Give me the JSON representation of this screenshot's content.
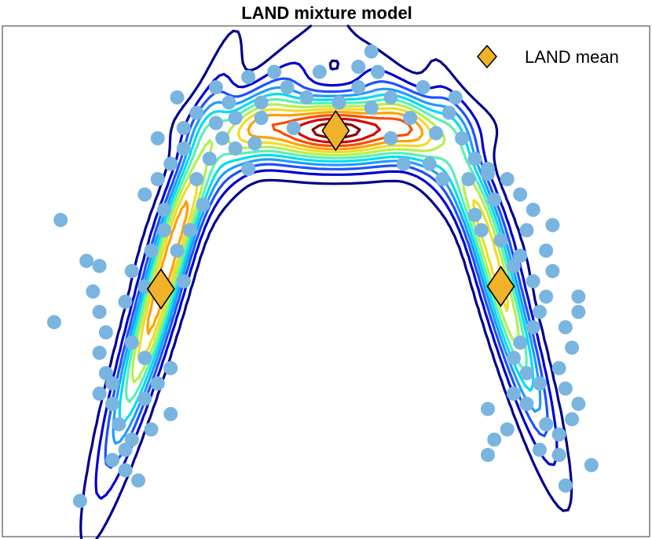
{
  "chart_data": {
    "type": "scatter",
    "title": "LAND mixture model",
    "xlabel": "",
    "ylabel": "",
    "xlim": [
      0,
      100
    ],
    "ylim": [
      0,
      100
    ],
    "axes_box": true,
    "grid": false,
    "legend": {
      "position": "top-right",
      "entries": [
        "LAND mean"
      ]
    },
    "series": [
      {
        "role": "samples",
        "color": "#7ab5e0",
        "points": [
          [
            9,
            62
          ],
          [
            8,
            42
          ],
          [
            12,
            7
          ],
          [
            21,
            11
          ],
          [
            13,
            54
          ],
          [
            15,
            53
          ],
          [
            14,
            48
          ],
          [
            15,
            44
          ],
          [
            16,
            40
          ],
          [
            15,
            36
          ],
          [
            16,
            32
          ],
          [
            17,
            30
          ],
          [
            15,
            28
          ],
          [
            17,
            26
          ],
          [
            18,
            22
          ],
          [
            20,
            19
          ],
          [
            19,
            17
          ],
          [
            17,
            15
          ],
          [
            19,
            13
          ],
          [
            23,
            21
          ],
          [
            26,
            24
          ],
          [
            22,
            27
          ],
          [
            24,
            30
          ],
          [
            26,
            33
          ],
          [
            22,
            35
          ],
          [
            20,
            38
          ],
          [
            19,
            46
          ],
          [
            22,
            49
          ],
          [
            20,
            52
          ],
          [
            23,
            56
          ],
          [
            25,
            60
          ],
          [
            25,
            64
          ],
          [
            22,
            67
          ],
          [
            24,
            70
          ],
          [
            26,
            73
          ],
          [
            28,
            76
          ],
          [
            28,
            80
          ],
          [
            30,
            83
          ],
          [
            27,
            86
          ],
          [
            24,
            78
          ],
          [
            30,
            70
          ],
          [
            31,
            65
          ],
          [
            29,
            60
          ],
          [
            27,
            56
          ],
          [
            28,
            50
          ],
          [
            32,
            74
          ],
          [
            34,
            78
          ],
          [
            33,
            81
          ],
          [
            36,
            82
          ],
          [
            35,
            85
          ],
          [
            33,
            88
          ],
          [
            38,
            90
          ],
          [
            36,
            76
          ],
          [
            40,
            85
          ],
          [
            38,
            72
          ],
          [
            42,
            91
          ],
          [
            44,
            88
          ],
          [
            47,
            86
          ],
          [
            49,
            91
          ],
          [
            52,
            85
          ],
          [
            55,
            88
          ],
          [
            58,
            91
          ],
          [
            57,
            84
          ],
          [
            60,
            86
          ],
          [
            63,
            82
          ],
          [
            65,
            88
          ],
          [
            67,
            79
          ],
          [
            69,
            83
          ],
          [
            70,
            86
          ],
          [
            71,
            78
          ],
          [
            73,
            74
          ],
          [
            72,
            70
          ],
          [
            75,
            72
          ],
          [
            76,
            66
          ],
          [
            73,
            63
          ],
          [
            74,
            60
          ],
          [
            77,
            58
          ],
          [
            80,
            55
          ],
          [
            81,
            60
          ],
          [
            79,
            53
          ],
          [
            82,
            50
          ],
          [
            84,
            47
          ],
          [
            83,
            44
          ],
          [
            82,
            41
          ],
          [
            80,
            38
          ],
          [
            79,
            35
          ],
          [
            81,
            32
          ],
          [
            83,
            30
          ],
          [
            79,
            28
          ],
          [
            81,
            26
          ],
          [
            84,
            22
          ],
          [
            86,
            20
          ],
          [
            88,
            23
          ],
          [
            89,
            26
          ],
          [
            87,
            29
          ],
          [
            86,
            33
          ],
          [
            88,
            37
          ],
          [
            87,
            41
          ],
          [
            89,
            44
          ],
          [
            89,
            47
          ],
          [
            85,
            52
          ],
          [
            84,
            56
          ],
          [
            85,
            61
          ],
          [
            82,
            64
          ],
          [
            80,
            67
          ],
          [
            78,
            70
          ],
          [
            75,
            71
          ],
          [
            75,
            25
          ],
          [
            76,
            19
          ],
          [
            78,
            21
          ],
          [
            75,
            16
          ],
          [
            83,
            17
          ],
          [
            86,
            16
          ],
          [
            91,
            14
          ],
          [
            87,
            10
          ],
          [
            57,
            95
          ],
          [
            55,
            92
          ],
          [
            40,
            82
          ],
          [
            45,
            80
          ],
          [
            51,
            79
          ],
          [
            60,
            78
          ],
          [
            62,
            73
          ],
          [
            66,
            73
          ],
          [
            68,
            70
          ],
          [
            39,
            77
          ]
        ]
      },
      {
        "role": "means",
        "name": "LAND mean",
        "color": "#f0b22a",
        "points": [
          [
            24.5,
            48.5
          ],
          [
            51.5,
            79.5
          ],
          [
            77,
            49
          ]
        ]
      }
    ],
    "contour_levels": [
      {
        "level": 1,
        "color": "#00008b"
      },
      {
        "level": 2,
        "color": "#0000d0"
      },
      {
        "level": 3,
        "color": "#1e50ff"
      },
      {
        "level": 4,
        "color": "#1e9bff"
      },
      {
        "level": 5,
        "color": "#00dcf0"
      },
      {
        "level": 6,
        "color": "#5af0b4"
      },
      {
        "level": 7,
        "color": "#b4f050"
      },
      {
        "level": 8,
        "color": "#f0dc28"
      },
      {
        "level": 9,
        "color": "#ffa000"
      },
      {
        "level": 10,
        "color": "#ff4b00"
      },
      {
        "level": 11,
        "color": "#dc0000"
      },
      {
        "level": 12,
        "color": "#8b0000"
      }
    ]
  }
}
